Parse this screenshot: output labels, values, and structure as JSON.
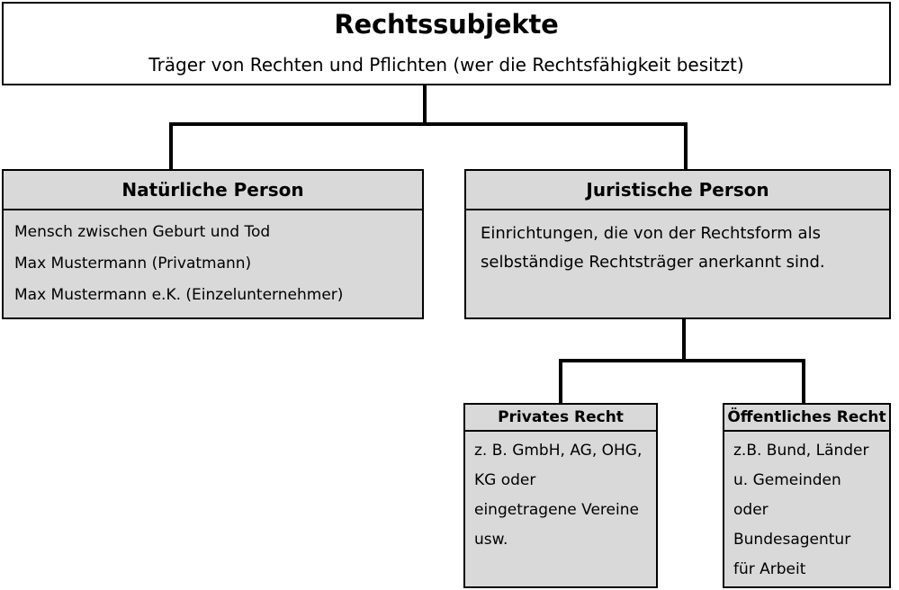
{
  "diagram": {
    "type": "hierarchy-tree",
    "root": {
      "title": "Rechtssubjekte",
      "subtitle": "Träger von Rechten und Pflichten (wer die Rechtsfähigkeit besitzt)"
    },
    "nodes": {
      "natuerliche_person": {
        "header": "Natürliche Person",
        "lines": [
          "Mensch zwischen Geburt und Tod",
          "Max Mustermann (Privatmann)",
          "Max Mustermann e.K. (Einzelunternehmer)"
        ]
      },
      "juristische_person": {
        "header": "Juristische Person",
        "lines": [
          "Einrichtungen, die von der Rechtsform als",
          "selbständige Rechtsträger anerkannt sind."
        ]
      },
      "privates_recht": {
        "header": "Privates Recht",
        "lines": [
          "z. B. GmbH, AG, OHG,",
          "KG  oder",
          "eingetragene Vereine",
          "usw."
        ]
      },
      "oeffentliches_recht": {
        "header": "Öffentliches Recht",
        "lines": [
          "z.B. Bund, Länder",
          "u. Gemeinden",
          "oder",
          "Bundesagentur",
          "für Arbeit"
        ]
      }
    },
    "colors": {
      "box_fill": "#D9D9D9",
      "root_fill": "#FFFFFF",
      "border": "#000000",
      "text": "#000000",
      "background": "#FFFFFF"
    }
  }
}
